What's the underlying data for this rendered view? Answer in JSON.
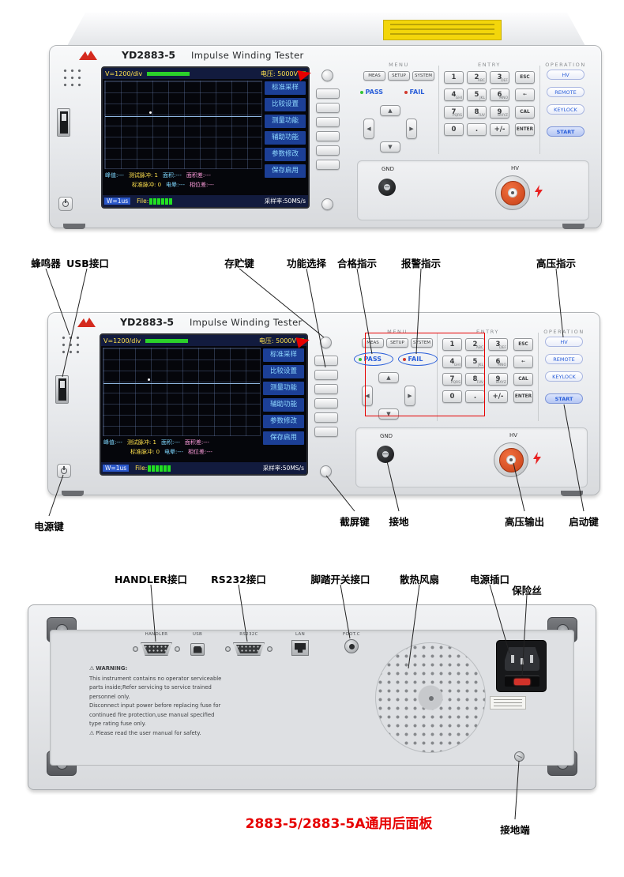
{
  "header": {
    "brand": "YD2883-5",
    "model_title": "Impulse Winding Tester"
  },
  "screen": {
    "scale_label": "V=1200/div",
    "voltage_label": "电压: 5000V",
    "soft_menu": [
      "标准采样",
      "比较设置",
      "测量功能",
      "辅助功能",
      "参数修改",
      "保存启用"
    ],
    "status_row1": [
      "峰值:---",
      "测试脉冲: 1",
      "面积:---",
      "面积差:---"
    ],
    "status_row2": [
      "标准脉冲: 0",
      "电晕:---",
      "相位差:---"
    ],
    "time_base": "W=1us",
    "file_label": "File:",
    "sample_rate": "采样率:50MS/s"
  },
  "keypad": {
    "sections": {
      "menu": "MENU",
      "entry": "ENTRY",
      "operation": "OPERATION"
    },
    "menu_keys": [
      "MEAS",
      "SETUP",
      "SYSTEM"
    ],
    "pass_label": "PASS",
    "fail_label": "FAIL",
    "arrows": {
      "up": "▲",
      "left": "◀",
      "right": "▶",
      "down": "▼"
    },
    "digit_keys": [
      {
        "main": "1",
        "sub": ""
      },
      {
        "main": "2",
        "sub": "ABC"
      },
      {
        "main": "3",
        "sub": "DEF"
      },
      {
        "main": "4",
        "sub": "GHI"
      },
      {
        "main": "5",
        "sub": "JKL"
      },
      {
        "main": "6",
        "sub": "MNO"
      },
      {
        "main": "7",
        "sub": "PQRS"
      },
      {
        "main": "8",
        "sub": "TUV"
      },
      {
        "main": "9",
        "sub": "WXYZ"
      },
      {
        "main": "0",
        "sub": ""
      },
      {
        "main": ".",
        "sub": ""
      },
      {
        "main": "+/-",
        "sub": ""
      }
    ],
    "edit_keys": [
      "ESC",
      "←",
      "CAL",
      "ENTER"
    ],
    "operation_keys": [
      "HV",
      "REMOTE",
      "KEYLOCK",
      "START"
    ],
    "gnd_label": "GND",
    "hv_label": "HV"
  },
  "callouts": {
    "front_left": [
      "蜂鸣器",
      "USB接口"
    ],
    "front_top": [
      "存贮键",
      "功能选择",
      "合格指示",
      "报警指示",
      "高压指示"
    ],
    "front_bottom": [
      "电源键",
      "截屏键",
      "接地",
      "高压输出",
      "启动键"
    ],
    "rear_top": [
      "HANDLER接口",
      "RS232接口",
      "脚踏开关接口",
      "散热风扇",
      "电源插口",
      "保险丝"
    ],
    "rear_bottom": [
      "接地端"
    ]
  },
  "rear": {
    "port_labels": [
      "HANDLER",
      "USB",
      "RS232C",
      "LAN",
      "FOOT.C"
    ],
    "warning_title": "WARNING:",
    "warning_lines": [
      "This instrument contains no operator serviceable",
      "parts inside;Refer servicing to service trained",
      "personnel only.",
      "Disconnect input power before replacing fuse for",
      "continued fire protection,use manual specified",
      "type rating fuse only.",
      "Please read the user manual for safety."
    ],
    "caption": "2883-5/2883-5A通用后面板"
  },
  "colors": {
    "accent_red": "#e60000",
    "callout_blue": "#2b5fd9",
    "hv_orange": "#e8542f"
  }
}
